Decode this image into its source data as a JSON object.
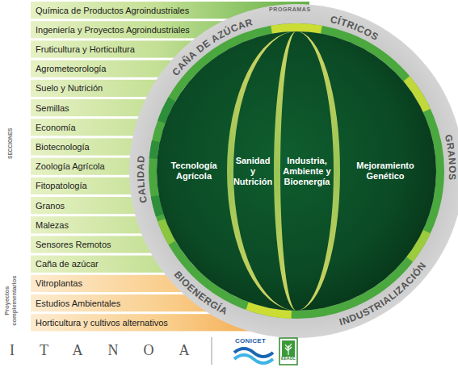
{
  "diagram": {
    "nodes": [
      {
        "text": [
          "Química de Productos Agroindustriales"
        ]
      },
      {
        "text": [
          "Ingeniería y Proyectos Agroindustriales"
        ]
      },
      {
        "text": [
          "Fruticultura y Horticultura"
        ]
      },
      {
        "text": [
          "Agrometeorología"
        ]
      },
      {
        "text": [
          "Suelo y Nutrición"
        ]
      },
      {
        "text": [
          "Semillas"
        ]
      },
      {
        "text": [
          "Economía"
        ]
      },
      {
        "text": [
          "Biotecnología"
        ]
      },
      {
        "text": [
          "Zoología Agrícola"
        ]
      },
      {
        "text": [
          "Fitopatología"
        ]
      },
      {
        "text": [
          "Granos"
        ]
      },
      {
        "text": [
          "Malezas"
        ]
      },
      {
        "text": [
          "Sensores Remotos"
        ]
      },
      {
        "text": [
          "Caña de azúcar"
        ]
      },
      {
        "text": [
          "Vitroplantas"
        ]
      },
      {
        "text": [
          "Estudios Ambientales"
        ]
      },
      {
        "text": [
          "Horticultura y cultivos alternativos"
        ]
      },
      {
        "text": [
          "Tecnología Agrícola"
        ]
      },
      {
        "text": [
          "Sanidad y Nutrición"
        ]
      },
      {
        "text": [
          "Industria, Ambiente y Bioenergía"
        ]
      },
      {
        "text": [
          "Mejoramiento Genético"
        ]
      }
    ],
    "labels": [
      "PROGRAMAS",
      "CAÑA DE AZÚCAR",
      "CÍTRICOS",
      "GRANOS",
      "INDUSTRIALIZACIÓN",
      "BIOENERGÍA",
      "CALIDAD",
      "SECCIONES",
      "Proyectos complementarios",
      "ITANOA",
      "CONICET",
      "EEAOC"
    ]
  }
}
